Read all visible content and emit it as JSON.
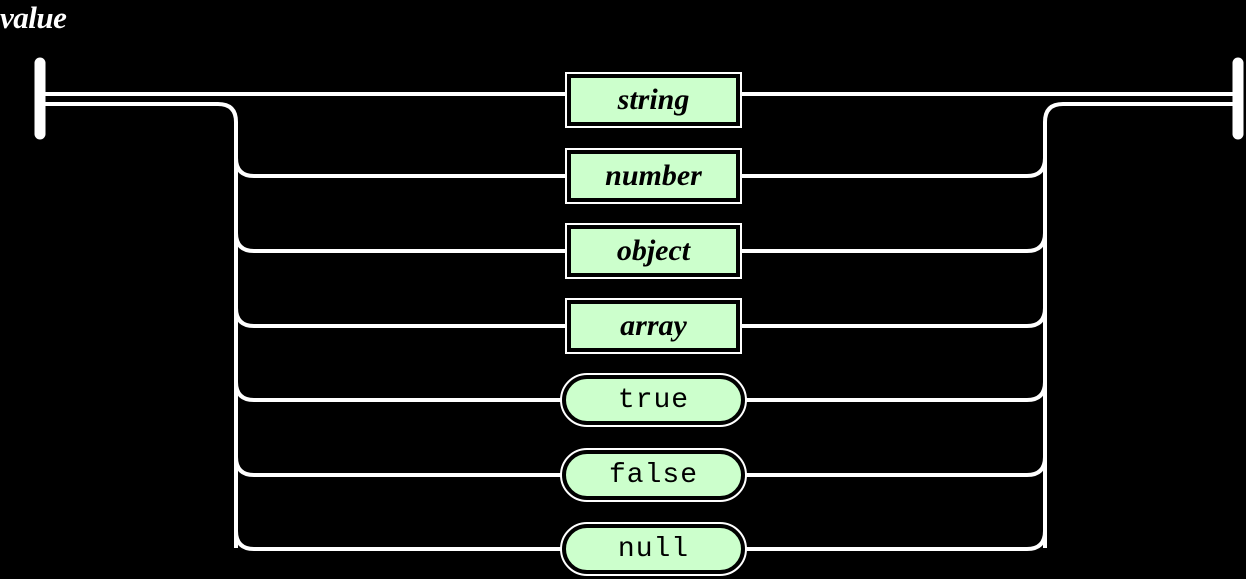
{
  "diagram": {
    "title": "value",
    "type": "railroad-syntax-diagram",
    "colors": {
      "background": "#000000",
      "rail": "#ffffff",
      "node_fill": "#ccffcc",
      "node_border": "#000000",
      "node_text": "#000000",
      "title_text": "#ffffff"
    },
    "entry_marker": "start-bar",
    "exit_marker": "end-bar",
    "alternatives": [
      {
        "label": "string",
        "kind": "nonterminal",
        "row": 1
      },
      {
        "label": "number",
        "kind": "nonterminal",
        "row": 2
      },
      {
        "label": "object",
        "kind": "nonterminal",
        "row": 3
      },
      {
        "label": "array",
        "kind": "nonterminal",
        "row": 4
      },
      {
        "label": "true",
        "kind": "terminal",
        "row": 5
      },
      {
        "label": "false",
        "kind": "terminal",
        "row": 6
      },
      {
        "label": "null",
        "kind": "terminal",
        "row": 7
      }
    ]
  }
}
